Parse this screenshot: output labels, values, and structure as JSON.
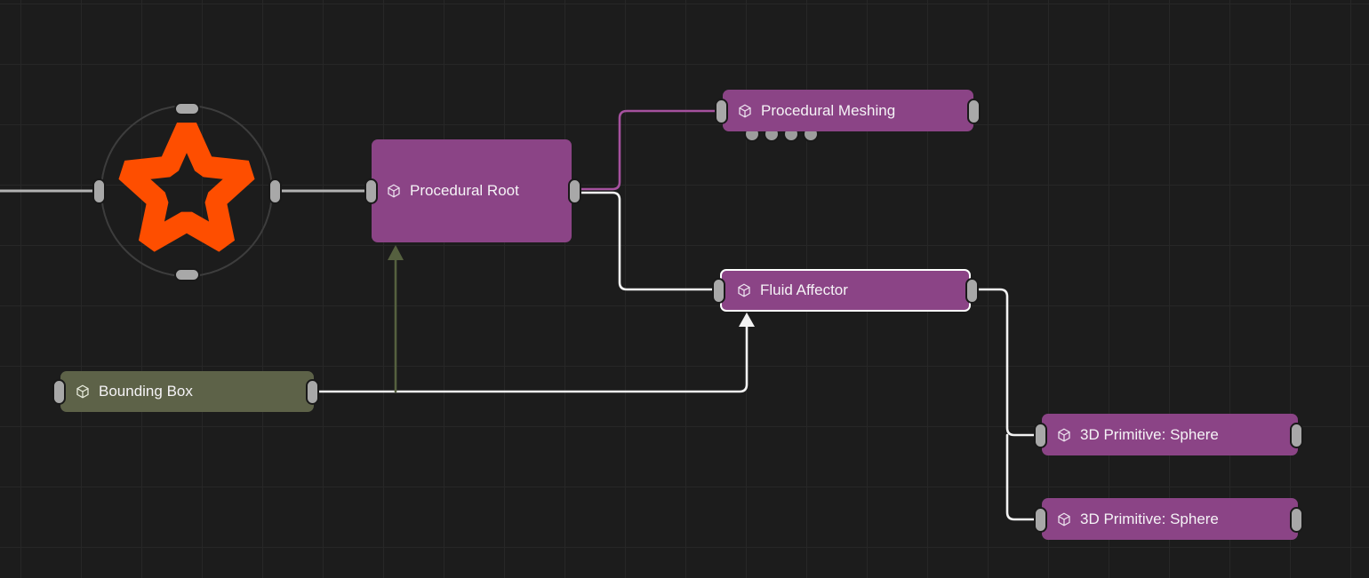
{
  "canvas": {
    "background": "#1c1c1c",
    "grid_color": "#272727",
    "grid_size": 68
  },
  "colors": {
    "node_purple": "#8b4486",
    "node_olive": "#5d6248",
    "port_gray": "#a8a8a8",
    "wire_white": "#f2f2f2",
    "wire_purple": "#a5519e",
    "wire_gray": "#b3b3b3",
    "wire_olive": "#55603f",
    "selection_border": "#ffffff",
    "logo_orange": "#fe4e00"
  },
  "icons": {
    "node_type_icon": "cube-icon",
    "bounding_box_icon": "box-outline-icon",
    "logo": "orange-star-logo"
  },
  "nodes": [
    {
      "id": "procedural-root",
      "label": "Procedural Root",
      "type": "purple",
      "selected": false
    },
    {
      "id": "procedural-meshing",
      "label": "Procedural Meshing",
      "type": "purple",
      "selected": false
    },
    {
      "id": "fluid-affector",
      "label": "Fluid Affector",
      "type": "purple",
      "selected": true
    },
    {
      "id": "bounding-box",
      "label": "Bounding Box",
      "type": "olive",
      "selected": false
    },
    {
      "id": "sphere-1",
      "label": "3D Primitive: Sphere",
      "type": "purple",
      "selected": false
    },
    {
      "id": "sphere-2",
      "label": "3D Primitive: Sphere",
      "type": "purple",
      "selected": false
    }
  ]
}
